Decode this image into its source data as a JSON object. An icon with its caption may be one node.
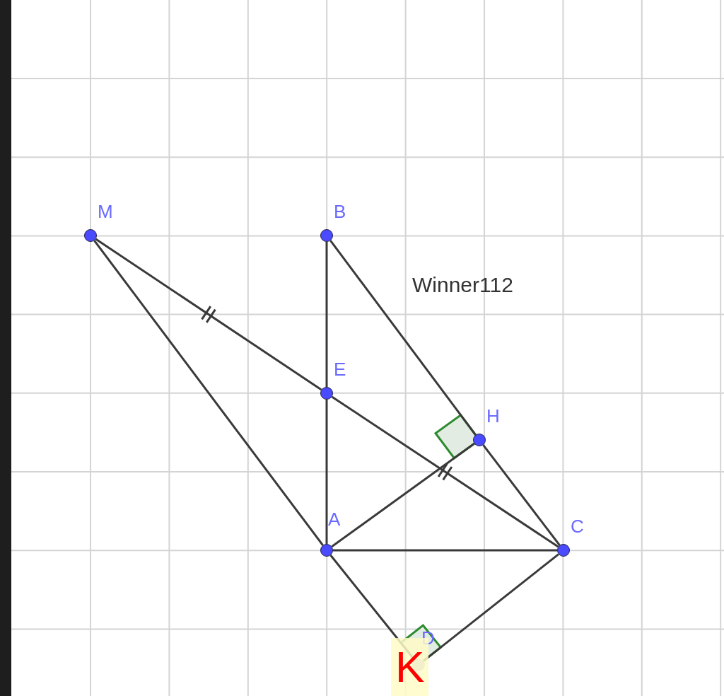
{
  "diagram": {
    "nodes": [
      {
        "text": [
          "M"
        ]
      },
      {
        "text": [
          "B"
        ]
      },
      {
        "text": [
          "E"
        ]
      },
      {
        "text": [
          "H"
        ]
      },
      {
        "text": [
          "A"
        ]
      },
      {
        "text": [
          "C"
        ]
      },
      {
        "text": [
          "D"
        ]
      }
    ],
    "edges": [
      {
        "from": 0,
        "to": 2,
        "arrow": "none"
      },
      {
        "from": 0,
        "to": 4,
        "arrow": "none"
      },
      {
        "from": 1,
        "to": 2,
        "arrow": "none"
      },
      {
        "from": 2,
        "to": 4,
        "arrow": "none"
      },
      {
        "from": 1,
        "to": 3,
        "arrow": "none"
      },
      {
        "from": 3,
        "to": 5,
        "arrow": "none"
      },
      {
        "from": 2,
        "to": 5,
        "arrow": "none"
      },
      {
        "from": 4,
        "to": 5,
        "arrow": "none"
      },
      {
        "from": 4,
        "to": 3,
        "arrow": "none"
      },
      {
        "from": 4,
        "to": 6,
        "arrow": "none"
      },
      {
        "from": 6,
        "to": 5,
        "arrow": "none"
      }
    ],
    "labels": [
      "Winner112",
      "K"
    ]
  }
}
